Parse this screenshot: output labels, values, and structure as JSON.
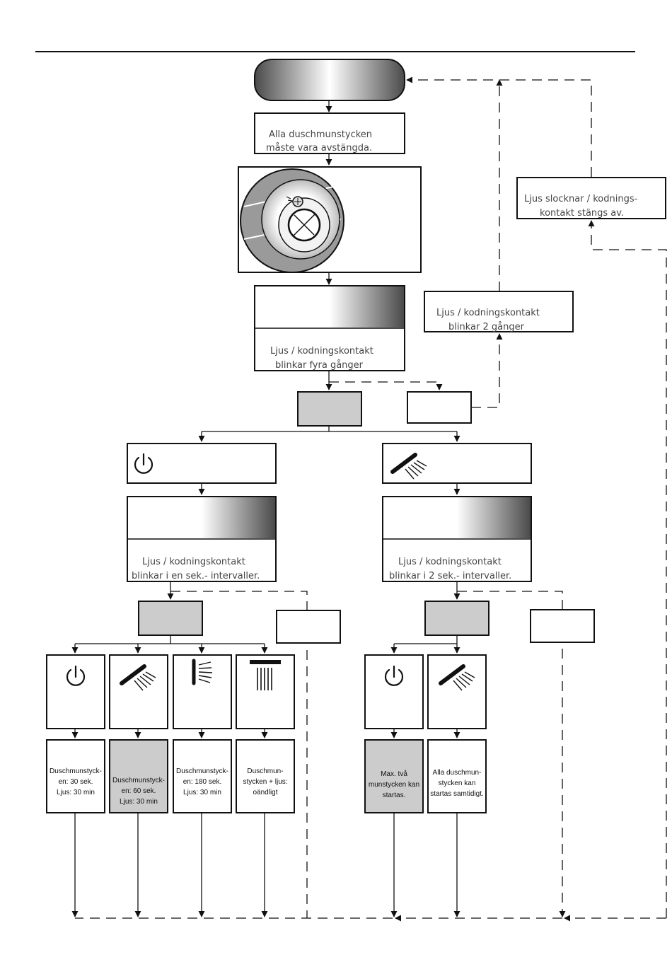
{
  "steps": {
    "all_off": [
      "Alla duschmunstycken",
      "måste vara avstängda."
    ],
    "blink_four": [
      "Ljus / kodningskontakt",
      "blinkar fyra gånger"
    ],
    "blink_two": [
      "Ljus / kodningskontakt",
      "blinkar 2 gånger"
    ],
    "light_off": [
      "Ljus slocknar / kodnings-",
      "kontakt stängs av."
    ],
    "blink_1s": [
      "Ljus / kodningskontakt",
      "blinkar i en sek.- intervaller."
    ],
    "blink_2s": [
      "Ljus / kodningskontakt",
      "blinkar i 2 sek.- intervaller."
    ]
  },
  "results": {
    "r30": [
      "Duschmunstyck-",
      "en: 30 sek.",
      "Ljus: 30 min"
    ],
    "r60": [
      "Duschmunstyck-",
      "en: 60 sek.",
      "Ljus: 30 min"
    ],
    "r180": [
      "Duschmunstyck-",
      "en: 180 sek.",
      "Ljus: 30 min"
    ],
    "rinf": [
      "Duschmun-",
      "stycken + ljus:",
      "oändligt"
    ],
    "rmax2": [
      "Max. två",
      "munstycken kan",
      "startas."
    ],
    "rall": [
      "Alla duschmun-",
      "stycken kan",
      "startas samtidigt."
    ]
  },
  "icons": {
    "power": "power-icon",
    "shower_head": "shower-head-icon",
    "side_shower": "side-shower-icon",
    "rain_shower": "rain-shower-icon",
    "control_unit": "control-unit-icon"
  },
  "colors": {
    "line": "#111111",
    "selected_fill": "#cccccc",
    "text": "#444444"
  }
}
